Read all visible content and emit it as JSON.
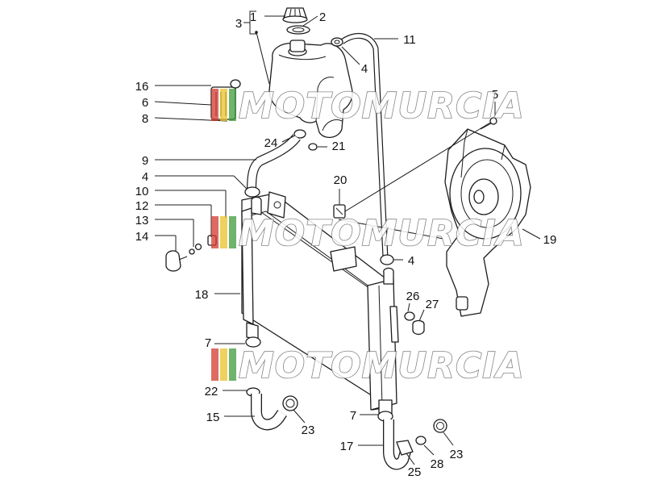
{
  "labels": [
    {
      "text": "1"
    },
    {
      "text": "2"
    },
    {
      "text": "3"
    },
    {
      "text": "4"
    },
    {
      "text": "11"
    },
    {
      "text": "16"
    },
    {
      "text": "6"
    },
    {
      "text": "8"
    },
    {
      "text": "5"
    },
    {
      "text": "24"
    },
    {
      "text": "21"
    },
    {
      "text": "9"
    },
    {
      "text": "4"
    },
    {
      "text": "20"
    },
    {
      "text": "10"
    },
    {
      "text": "12"
    },
    {
      "text": "13"
    },
    {
      "text": "14"
    },
    {
      "text": "19"
    },
    {
      "text": "4"
    },
    {
      "text": "18"
    },
    {
      "text": "26"
    },
    {
      "text": "27"
    },
    {
      "text": "7"
    },
    {
      "text": "22"
    },
    {
      "text": "15"
    },
    {
      "text": "23"
    },
    {
      "text": "7"
    },
    {
      "text": "17"
    },
    {
      "text": "25"
    },
    {
      "text": "28"
    },
    {
      "text": "23"
    }
  ],
  "watermark": {
    "text": "MOTOMURCIA",
    "stripe_colors": [
      "#d23a2e",
      "#e8c12a",
      "#3f9a3b"
    ]
  }
}
